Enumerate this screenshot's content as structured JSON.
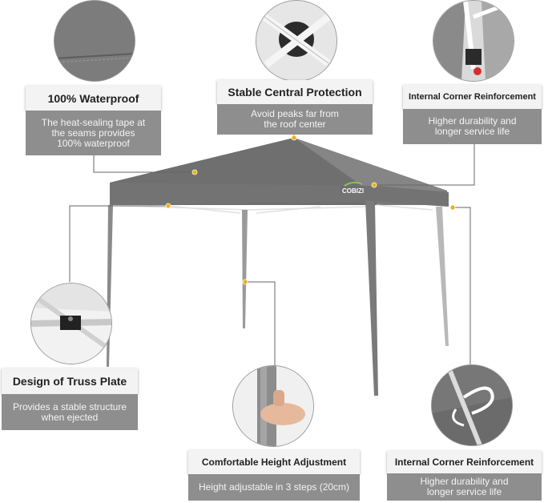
{
  "brand": "COBIZI",
  "colors": {
    "canopy": "#7c7c7c",
    "card_desc_bg": "#8e8e8e",
    "card_title_bg": "#f3f3f3",
    "callout_dot": "#f0b000",
    "brand_green": "#8bc34a"
  },
  "features": {
    "waterproof": {
      "title": "100% Waterproof",
      "desc": [
        "The heat-sealing tape at",
        "the seams provides",
        "100% waterproof"
      ]
    },
    "central": {
      "title": "Stable Central Protection",
      "desc": [
        "Avoid peaks far from",
        "the roof center"
      ]
    },
    "corner_top": {
      "title": "Internal Corner Reinforcement",
      "desc": [
        "Higher durability and",
        "longer service life"
      ]
    },
    "truss": {
      "title": "Design of Truss Plate",
      "desc": [
        "Provides a stable structure",
        "when ejected"
      ]
    },
    "height": {
      "title": "Comfortable Height Adjustment",
      "desc": [
        "Height adjustable in 3 steps (20cm)"
      ]
    },
    "corner_bottom": {
      "title": "Internal Corner Reinforcement",
      "desc": [
        "Higher durability and",
        "longer service life"
      ]
    }
  }
}
